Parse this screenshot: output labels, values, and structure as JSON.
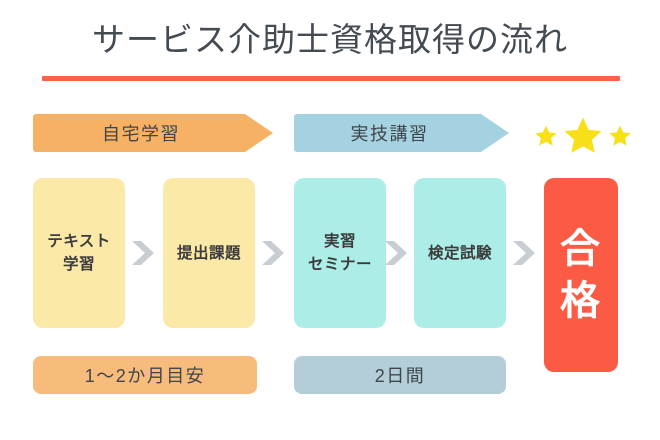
{
  "header": {
    "title": "サービス介助士資格取得の流れ",
    "rule_color": "#fb6145"
  },
  "phases": [
    {
      "label": "自宅学習",
      "color": "#f7b164",
      "duration": "1〜2か月目安",
      "duration_color": "#f7bb7c"
    },
    {
      "label": "実技講習",
      "color": "#a5d2e0",
      "duration": "2日間",
      "duration_color": "#b3ced8"
    }
  ],
  "stars": {
    "count": 3,
    "color": "#f7e019",
    "sizes": [
      "small",
      "large",
      "small"
    ]
  },
  "steps": [
    {
      "label": "テキスト\n学習",
      "line1": "テキスト",
      "line2": "学習",
      "color": "#fbe9a8"
    },
    {
      "label": "提出課題",
      "line1": "提出課題",
      "line2": "",
      "color": "#fbe9a8"
    },
    {
      "label": "実習\nセミナー",
      "line1": "実習",
      "line2": "セミナー",
      "color": "#acede8"
    },
    {
      "label": "検定試験",
      "line1": "検定試験",
      "line2": "",
      "color": "#acede8"
    }
  ],
  "result": {
    "label": "合\n格",
    "char1": "合",
    "char2": "格",
    "color": "#fb5b45",
    "text_color": "#ffffff"
  },
  "arrow": {
    "name": "chevron-right-icon",
    "color": "#c8cdd4",
    "count": 4
  },
  "colors": {
    "background": "#ffffff",
    "title_text": "#444b52",
    "step_text": "#3c3c3c"
  }
}
